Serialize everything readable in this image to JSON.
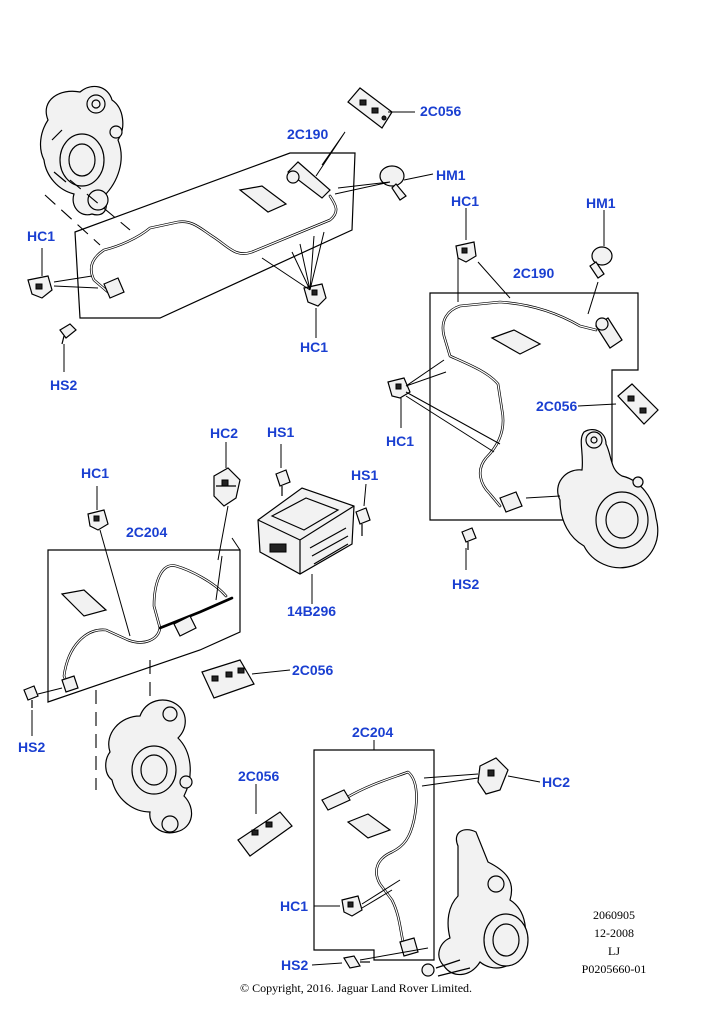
{
  "labels": {
    "g1_2c056": "2C056",
    "g1_2c190": "2C190",
    "g1_hm1": "HM1",
    "g1_hc1_left": "HC1",
    "g1_hc1_bottom": "HC1",
    "g1_hs2": "HS2",
    "g2_hc1": "HC1",
    "g2_hm1": "HM1",
    "g2_2c190": "2C190",
    "g2_2c056": "2C056",
    "g2_hc1_lower": "HC1",
    "g2_hs2": "HS2",
    "mod_hc2": "HC2",
    "mod_hs1_a": "HS1",
    "mod_hs1_b": "HS1",
    "mod_14b296": "14B296",
    "g3_hc1": "HC1",
    "g3_2c204": "2C204",
    "g3_2c056": "2C056",
    "g3_hs2": "HS2",
    "g4_2c204": "2C204",
    "g4_2c056": "2C056",
    "g4_hc2": "HC2",
    "g4_hc1": "HC1",
    "g4_hs2": "HS2"
  },
  "drawing_info": {
    "line1": "2060905",
    "line2": "12-2008",
    "line3": "LJ",
    "line4": "P0205660-01"
  },
  "copyright": "© Copyright, 2016. Jaguar Land Rover Limited.",
  "colors": {
    "callout": "#1a3fd1",
    "line": "#000000"
  }
}
